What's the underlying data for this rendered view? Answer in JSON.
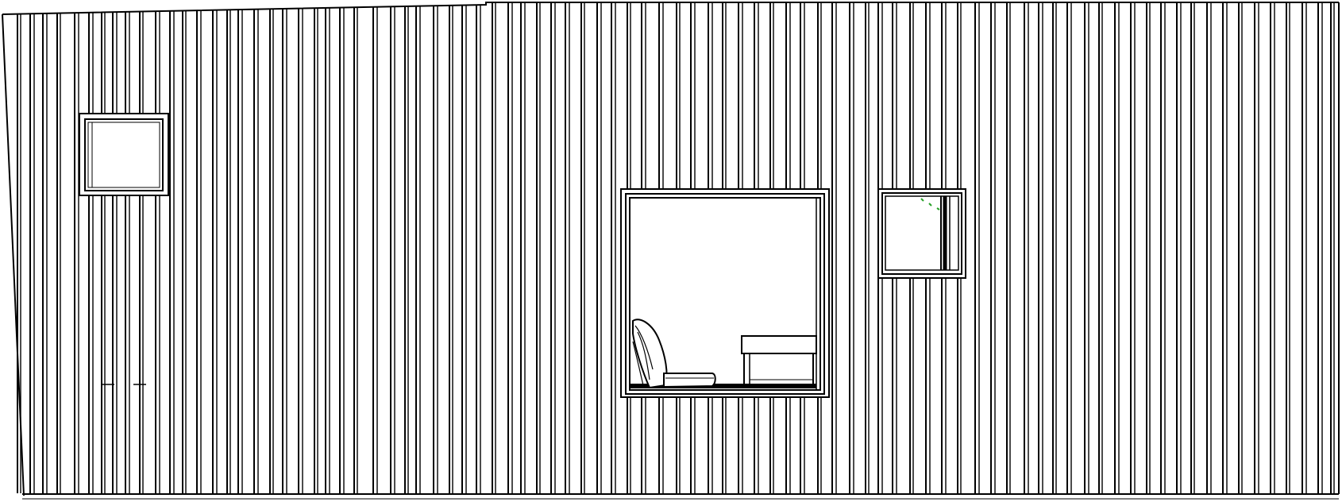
{
  "drawing": {
    "subject": "elevation-wall-with-vertical-siding",
    "line_color": "#000000",
    "background_color": "#ffffff",
    "accent_color": "#2aa12a",
    "elements": {
      "wall": "wall",
      "siding": "vertical-siding-boards",
      "window_left": "window-left",
      "window_center": "window-center",
      "window_right": "window-right",
      "armchair": "armchair",
      "side_table": "side-table",
      "plant": "plant-icon"
    }
  }
}
